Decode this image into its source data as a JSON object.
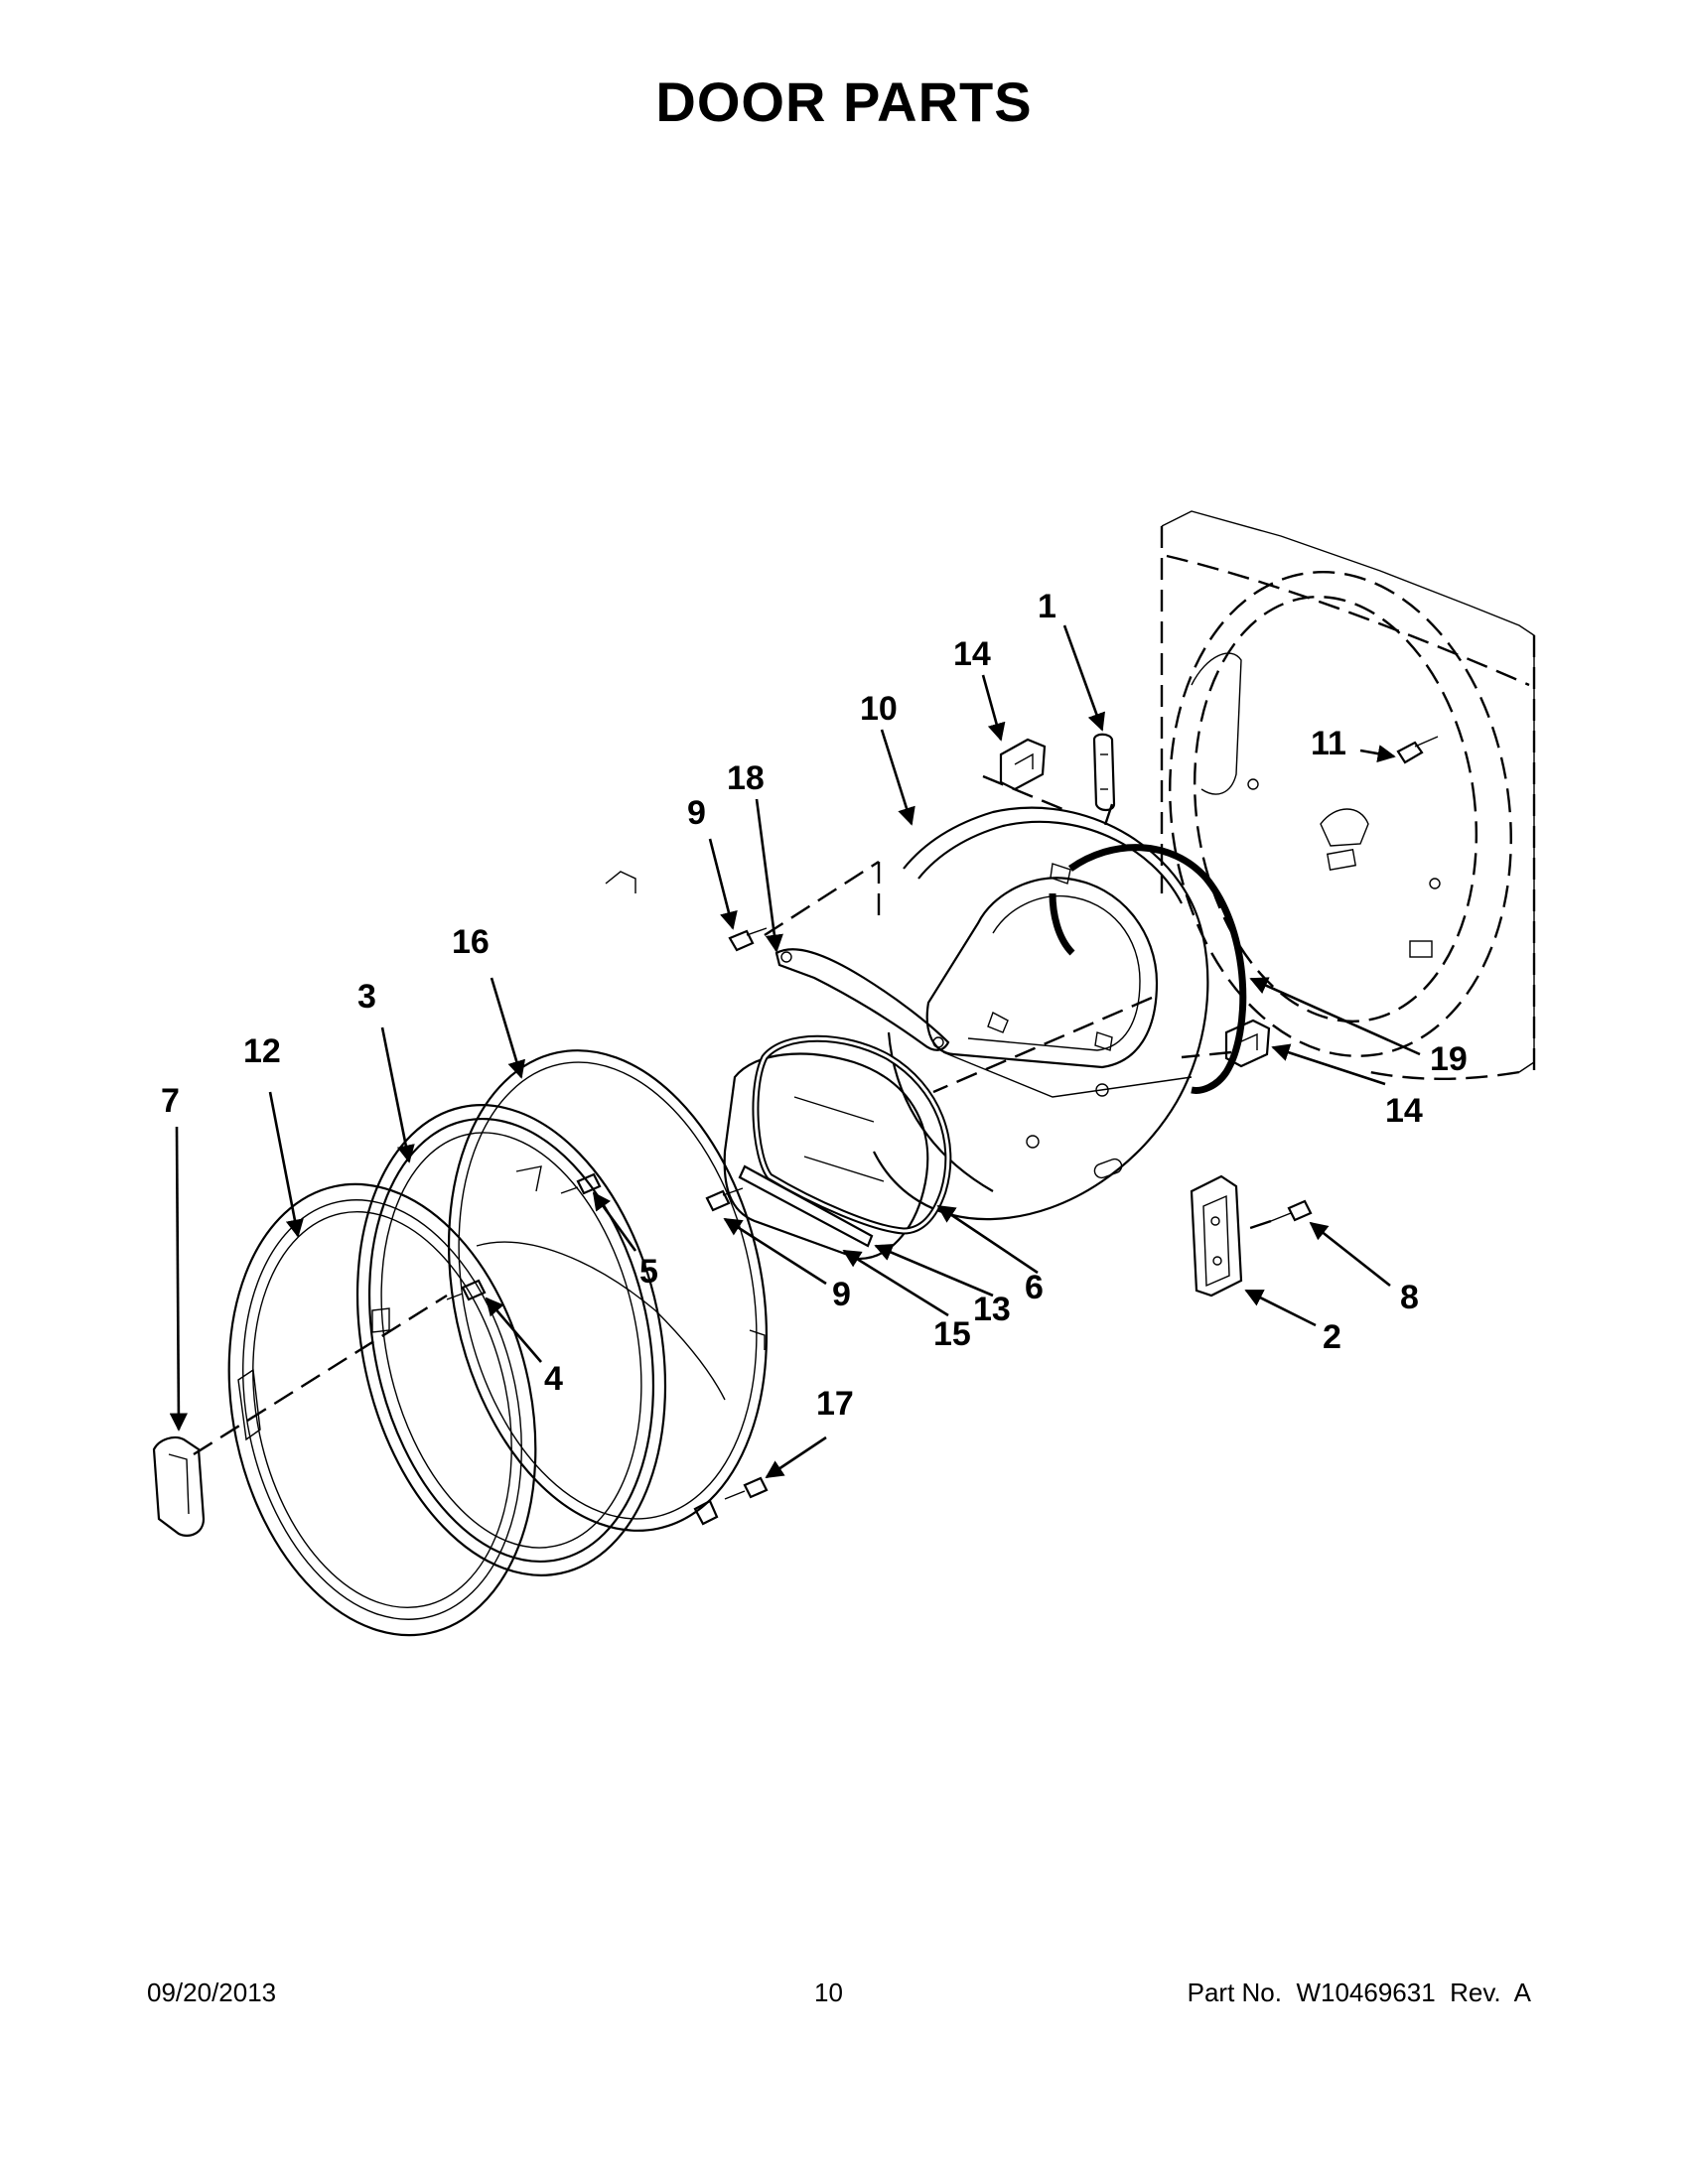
{
  "title": "DOOR PARTS",
  "footer": {
    "date": "09/20/2013",
    "page": "10",
    "part_no": "Part No.  W10469631  Rev.  A"
  },
  "callouts": {
    "c1": "1",
    "c2": "2",
    "c3": "3",
    "c4": "4",
    "c5": "5",
    "c6": "6",
    "c7": "7",
    "c8": "8",
    "c9a": "9",
    "c9b": "9",
    "c10": "10",
    "c11": "11",
    "c12": "12",
    "c13": "13",
    "c14a": "14",
    "c14b": "14",
    "c15": "15",
    "c16": "16",
    "c17": "17",
    "c18": "18",
    "c19": "19"
  }
}
